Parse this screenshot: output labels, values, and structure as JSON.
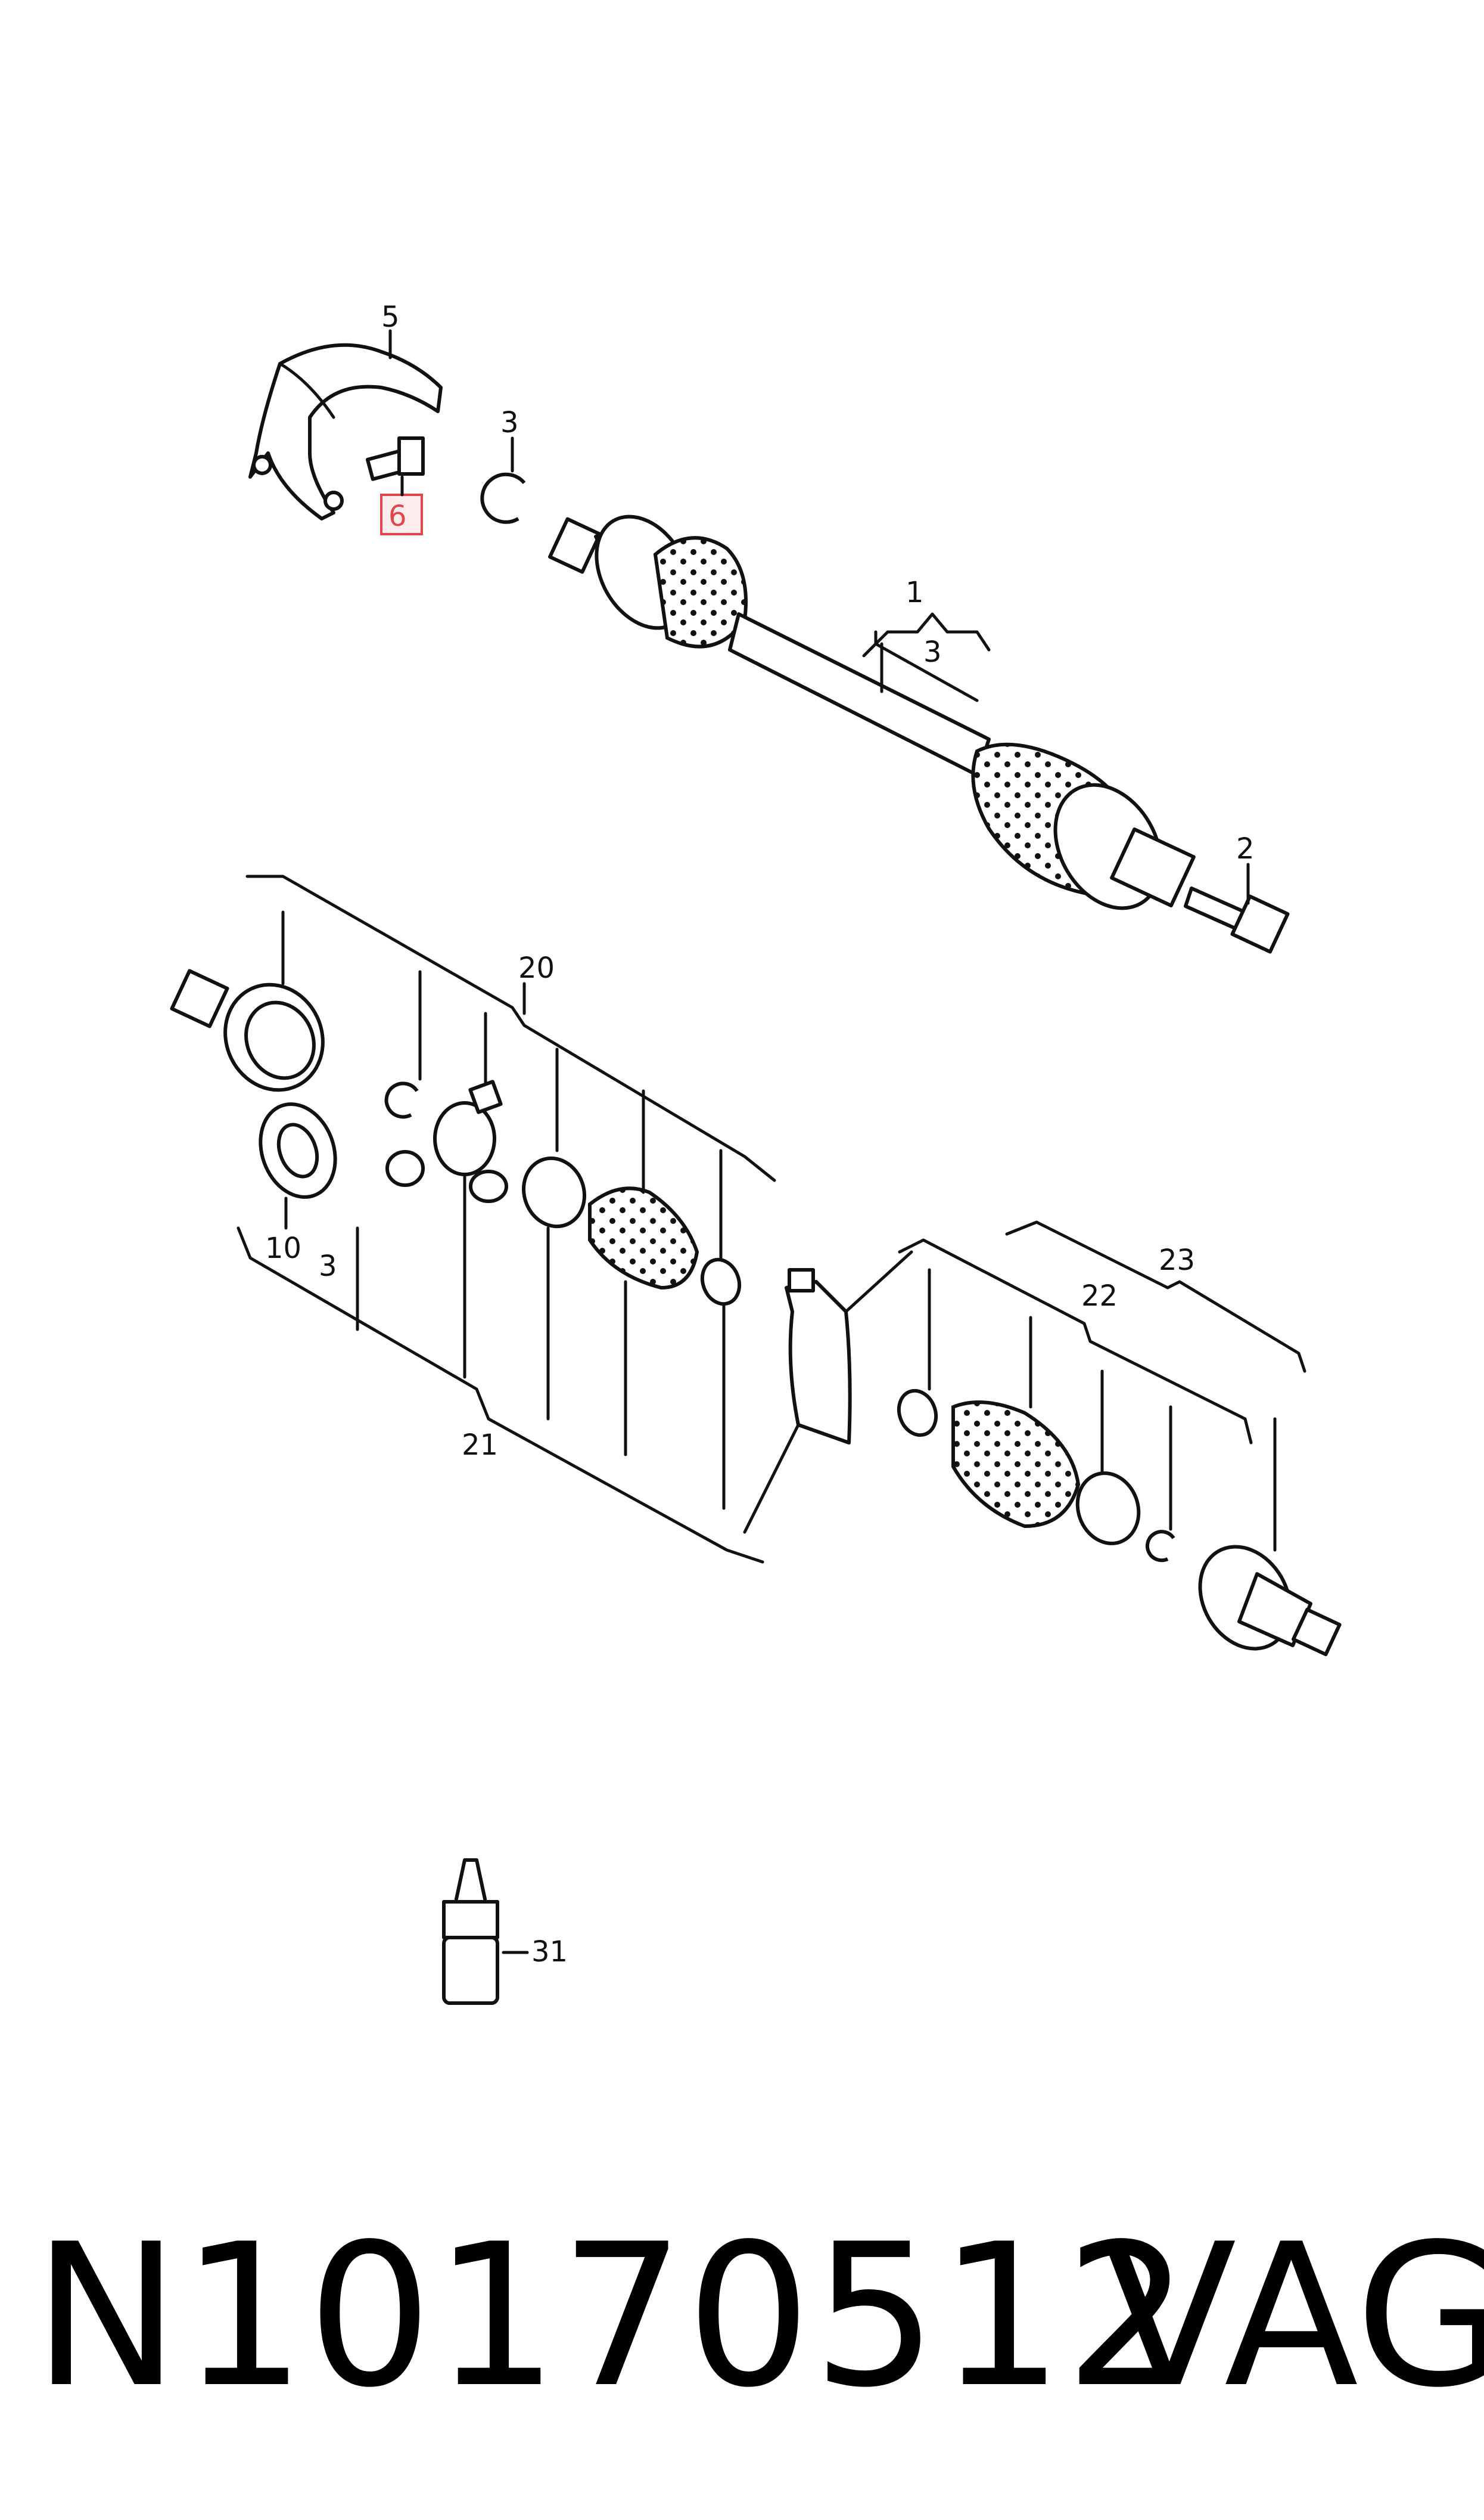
{
  "diagram": {
    "callouts": {
      "c1": "1",
      "c2": "2",
      "c3a": "3",
      "c3b": "3",
      "c3c": "3",
      "c5": "5",
      "c6": "6",
      "c10": "10",
      "c20": "20",
      "c21": "21",
      "c22": "22",
      "c23": "23",
      "c31": "31"
    },
    "highlight_color": "#e0474c"
  },
  "footer": {
    "part_number": "N10170512",
    "brand": "VAG"
  }
}
